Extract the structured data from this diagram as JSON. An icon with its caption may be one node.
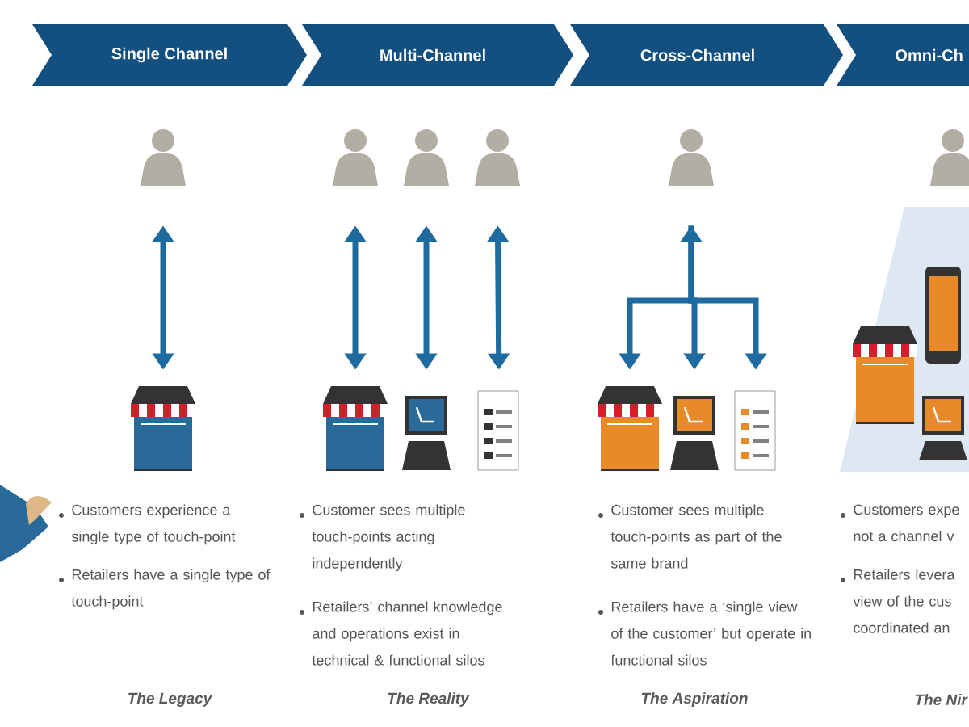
{
  "diagram": {
    "nodes": [
      {
        "text": [
          "Single Channel"
        ]
      },
      {
        "text": [
          "Multi-Channel"
        ]
      },
      {
        "text": [
          "Cross-Channel"
        ]
      },
      {
        "text": [
          "Omni-Ch"
        ]
      },
      {
        "text": [],
        "shape": "person"
      },
      {
        "text": [],
        "shape": "person"
      },
      {
        "text": [],
        "shape": "person"
      },
      {
        "text": [],
        "shape": "person"
      },
      {
        "text": [],
        "shape": "person"
      },
      {
        "text": [],
        "shape": "person"
      },
      {
        "text": [],
        "shape": "picture"
      },
      {
        "text": [],
        "shape": "picture"
      },
      {
        "text": [],
        "shape": "picture"
      },
      {
        "text": [],
        "shape": "picture"
      },
      {
        "text": [],
        "shape": "picture"
      },
      {
        "text": [],
        "shape": "picture"
      },
      {
        "text": [],
        "shape": "picture"
      },
      {
        "text": [],
        "shape": "picture"
      },
      {
        "text": [],
        "shape": "picture"
      },
      {
        "text": [],
        "shape": "picture"
      }
    ],
    "edges": [
      {
        "from": 4,
        "to": 10,
        "arrow": "both"
      },
      {
        "from": 5,
        "to": 11,
        "arrow": "both"
      },
      {
        "from": 6,
        "to": 12,
        "arrow": "both"
      },
      {
        "from": 7,
        "to": 13,
        "arrow": "both"
      },
      {
        "from": 8,
        "to": 14,
        "arrow": "to"
      },
      {
        "from": 8,
        "to": 15,
        "arrow": "both"
      },
      {
        "from": 8,
        "to": 16,
        "arrow": "to"
      }
    ],
    "labels": [
      "Customers experience a single type of touch-point",
      "Retailers have a single type of touch-point",
      "The Legacy",
      "Customer sees multiple touch-points acting independently",
      "Retailers’ channel knowledge and operations exist in technical & functional silos",
      "The Reality",
      "Customer sees multiple touch-points as part of the same brand",
      "Retailers have a ‘single view of the customer’ but operate in functional silos",
      "The Aspiration",
      "Customers expe not a channel v",
      "Retailers levera view of the cus coordinated an",
      "The Nir"
    ]
  }
}
